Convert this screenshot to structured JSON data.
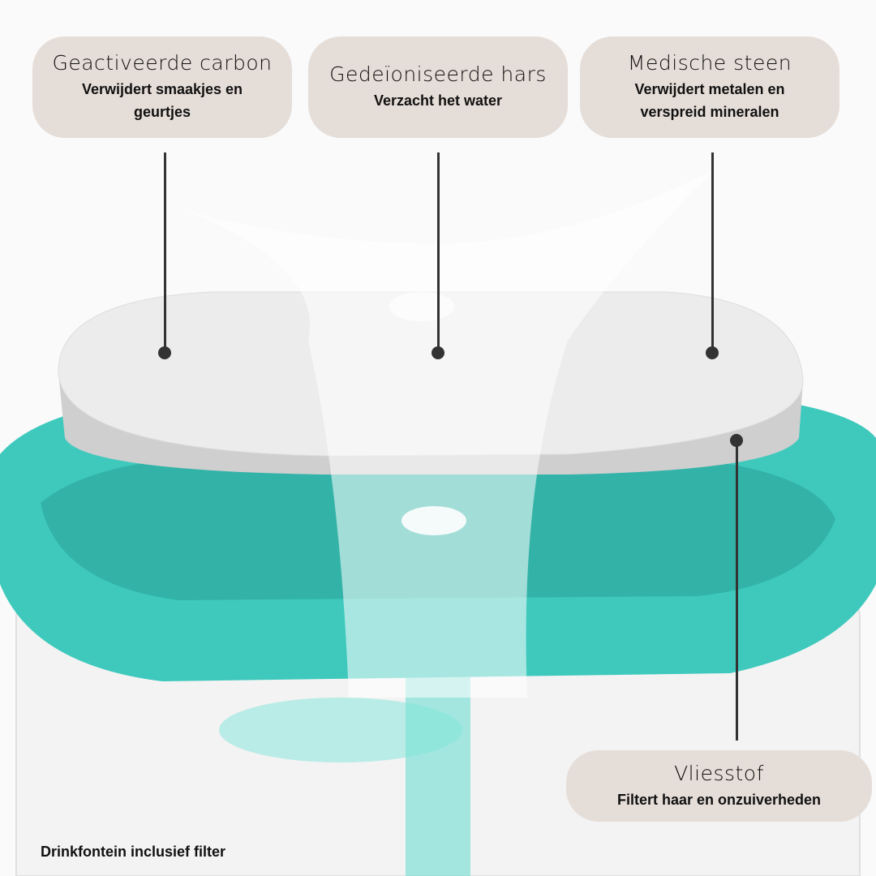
{
  "callouts": [
    {
      "title": "Geactiveerde carbon",
      "subtitle": "Verwijdert smaakjes en geurtjes"
    },
    {
      "title": "Gedeïoniseerde hars",
      "subtitle": "Verzacht het water"
    },
    {
      "title": "Medische steen",
      "subtitle": "Verwijdert metalen en verspreid mineralen"
    },
    {
      "title": "Vliesstof",
      "subtitle": "Filtert haar en onzuiverheden"
    }
  ],
  "caption": "Drinkfontein inclusief filter",
  "colors": {
    "teal": "#3fc9bd",
    "bubble": "#e5ddd8",
    "filter": "#eeeeee"
  }
}
